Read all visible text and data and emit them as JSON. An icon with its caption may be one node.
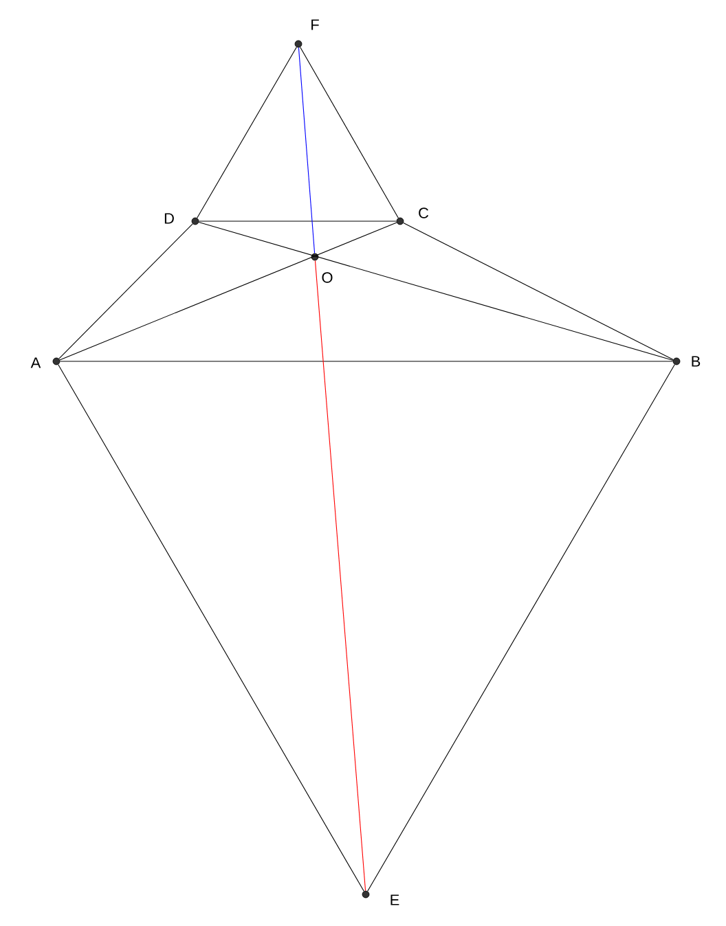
{
  "diagram": {
    "nodes": [
      {
        "text": [],
        "shape": "circle",
        "beside": [
          "F"
        ]
      },
      {
        "text": [],
        "shape": "circle",
        "beside": [
          "D"
        ]
      },
      {
        "text": [],
        "shape": "circle",
        "beside": [
          "C"
        ]
      },
      {
        "text": [],
        "shape": "circle",
        "beside": [
          "O"
        ]
      },
      {
        "text": [],
        "shape": "circle",
        "beside": [
          "A"
        ]
      },
      {
        "text": [],
        "shape": "circle",
        "beside": [
          "B"
        ]
      },
      {
        "text": [],
        "shape": "circle",
        "beside": [
          "E"
        ]
      }
    ],
    "edges": [
      {
        "from": 0,
        "to": 1,
        "arrow": "none"
      },
      {
        "from": 0,
        "to": 2,
        "arrow": "none"
      },
      {
        "from": 1,
        "to": 2,
        "arrow": "none"
      },
      {
        "from": 1,
        "to": 4,
        "arrow": "none"
      },
      {
        "from": 2,
        "to": 5,
        "arrow": "none"
      },
      {
        "from": 4,
        "to": 5,
        "arrow": "none"
      },
      {
        "from": 4,
        "to": 2,
        "arrow": "none"
      },
      {
        "from": 1,
        "to": 5,
        "arrow": "none"
      },
      {
        "from": 4,
        "to": 6,
        "arrow": "none"
      },
      {
        "from": 5,
        "to": 6,
        "arrow": "none"
      },
      {
        "from": 0,
        "to": 3,
        "arrow": "none",
        "color": "#0000ff"
      },
      {
        "from": 3,
        "to": 6,
        "arrow": "none",
        "color": "#ff0000"
      }
    ]
  }
}
